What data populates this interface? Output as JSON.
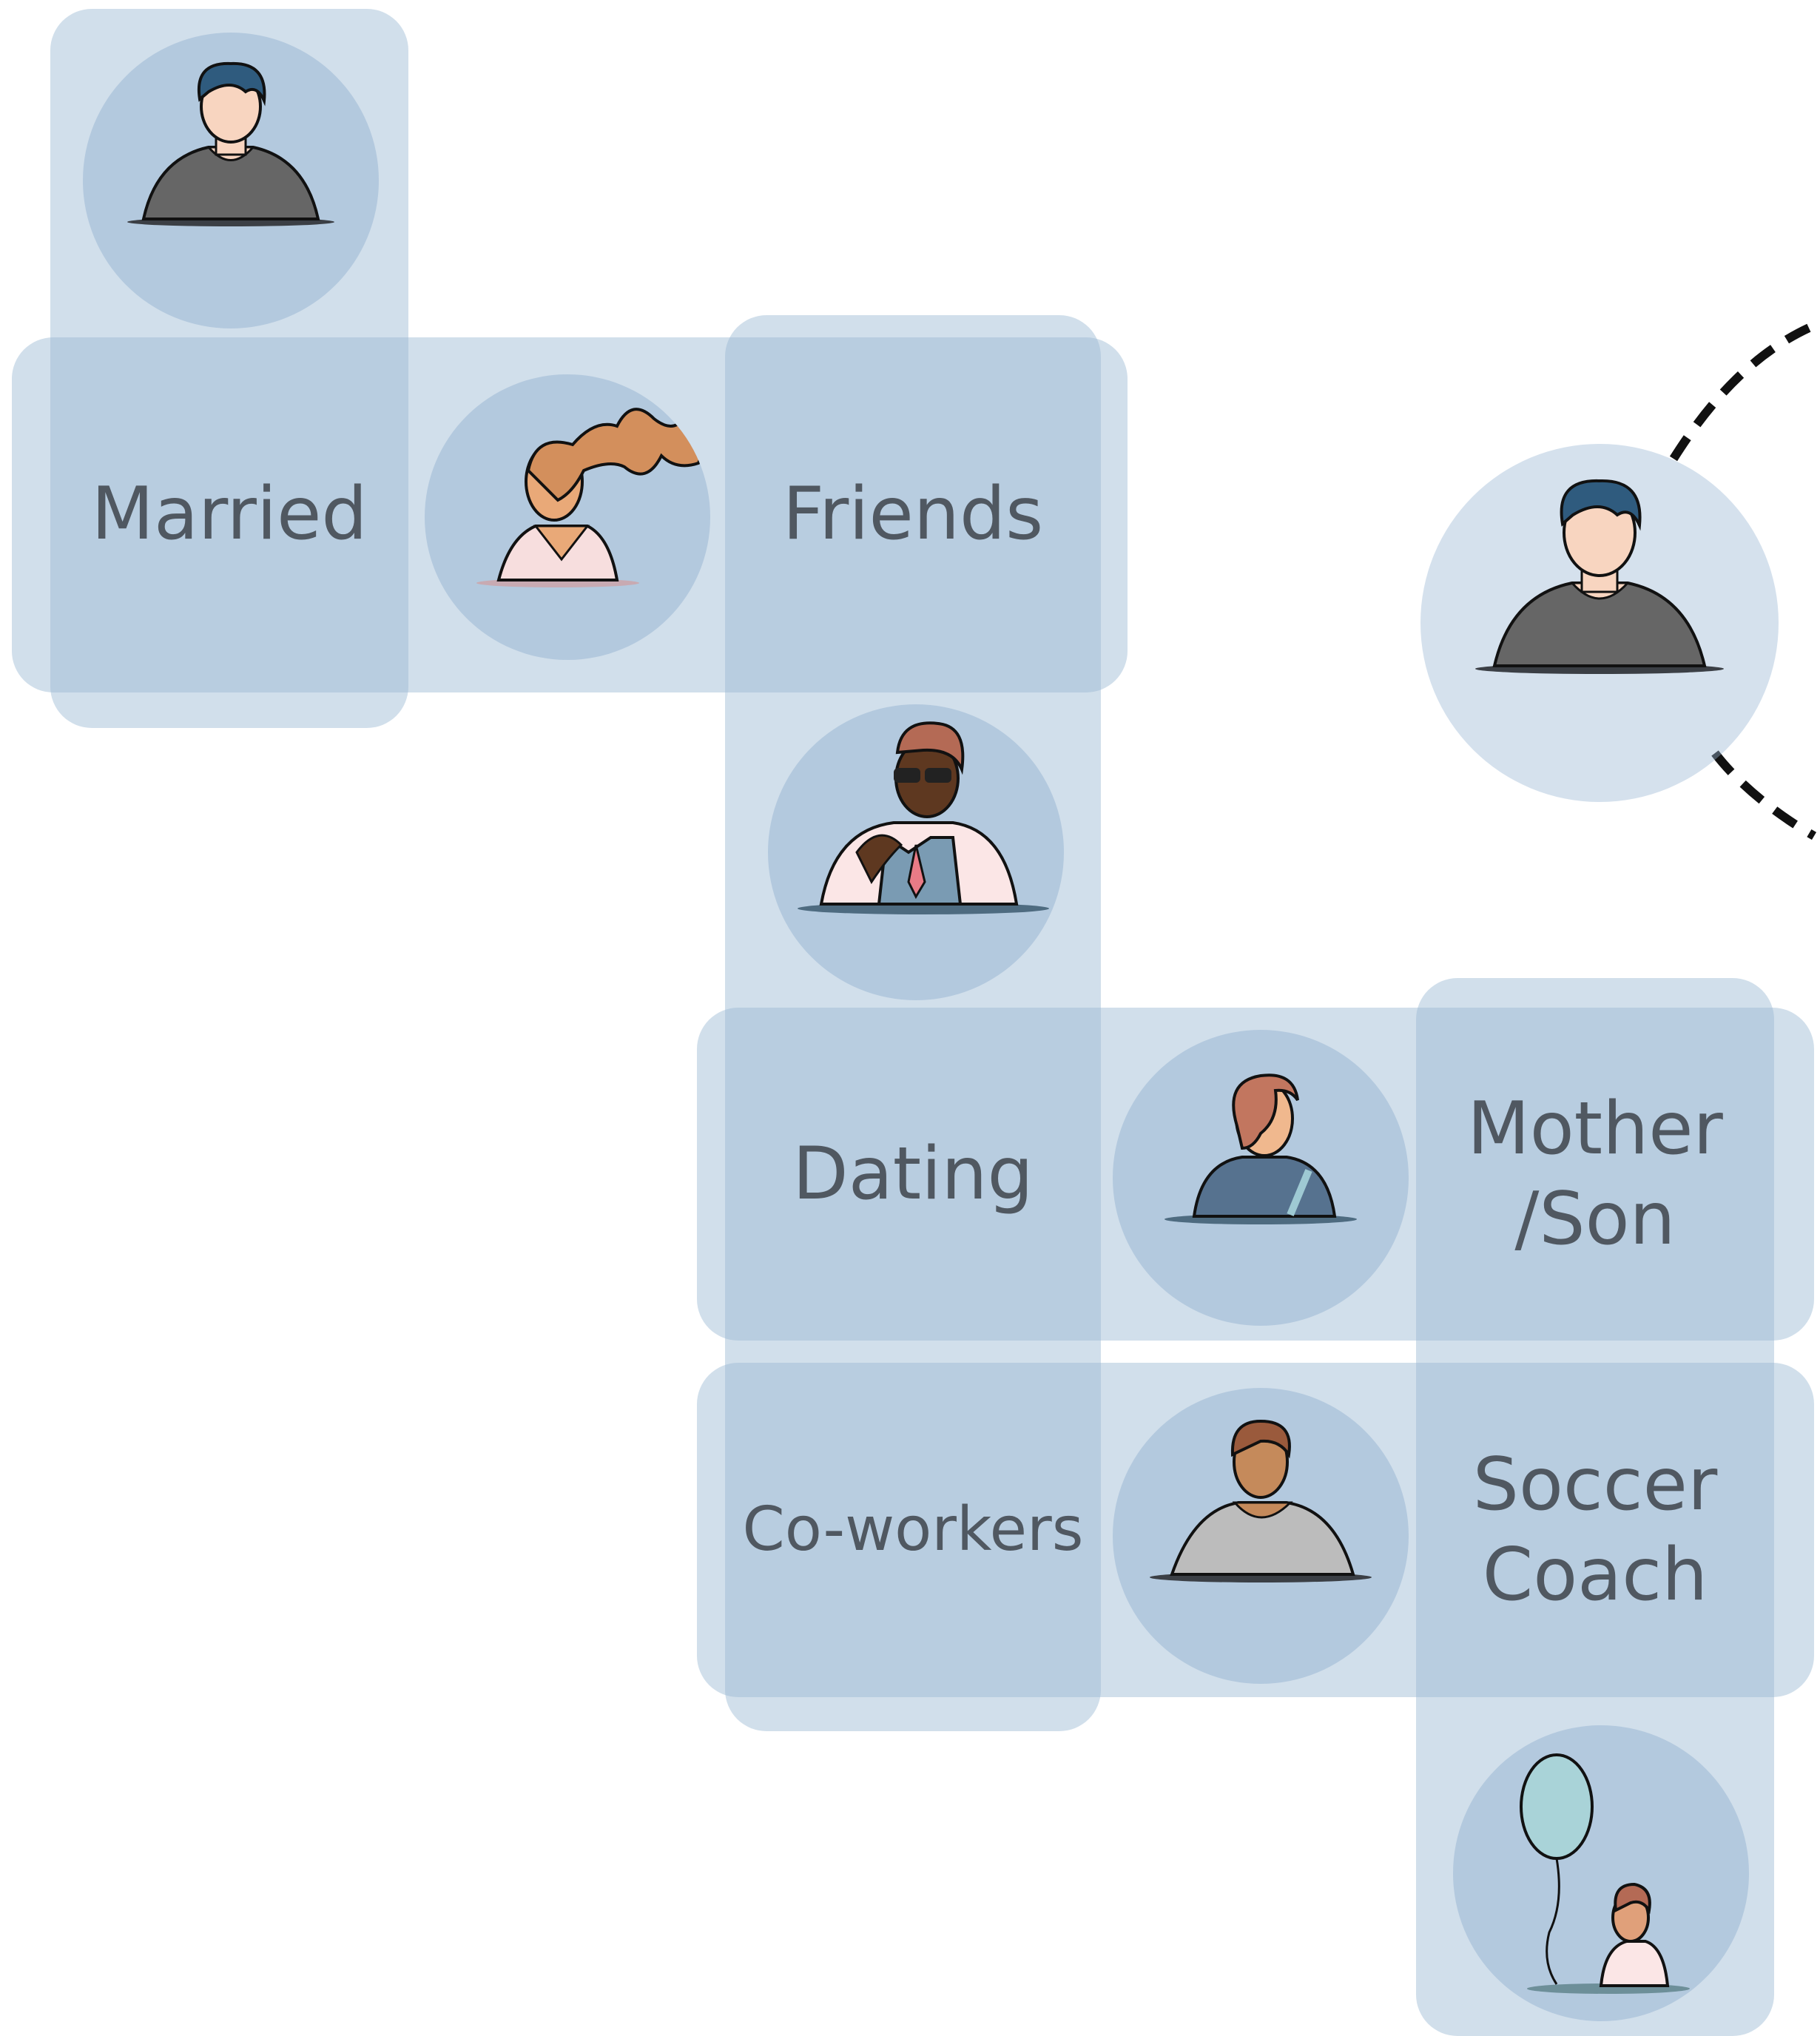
{
  "relationships": {
    "married": "Married",
    "friends": "Friends",
    "dating": "Dating",
    "coworkers": "Co-workers",
    "mother_son": "Mother\n/Son",
    "soccer_coach": "Soccer\nCoach"
  },
  "people": [
    {
      "id": "man-top",
      "icon": "man-dark-shirt-icon"
    },
    {
      "id": "woman-ponytail",
      "icon": "woman-ponytail-icon"
    },
    {
      "id": "man-glasses",
      "icon": "man-glasses-tie-icon"
    },
    {
      "id": "woman-shorthair",
      "icon": "woman-short-hair-icon"
    },
    {
      "id": "man-grey",
      "icon": "man-grey-shirt-icon"
    },
    {
      "id": "child-balloon",
      "icon": "child-balloon-icon"
    },
    {
      "id": "man-center",
      "icon": "man-dark-shirt-icon"
    }
  ],
  "colors": {
    "band": "#9ab7d3",
    "text": "#505861",
    "dashed_arc": "#111111"
  }
}
